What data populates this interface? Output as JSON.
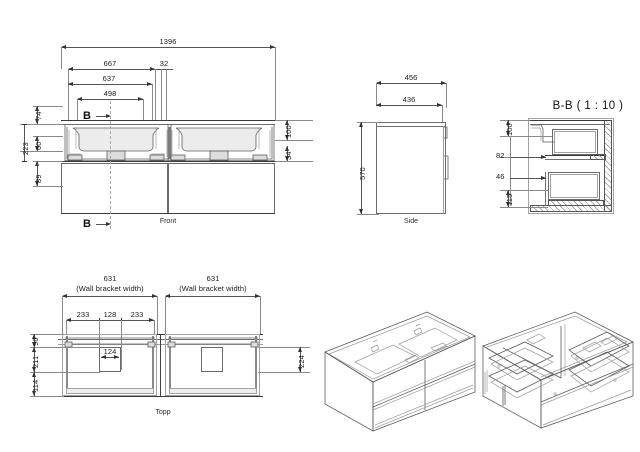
{
  "drawing": {
    "type": "cad-technical-drawing",
    "subject": "double vanity wash basin cabinet",
    "background_color": "#ffffff",
    "line_color": "#5d5d5d"
  },
  "views": {
    "front": {
      "label": "Front",
      "section_marks": [
        "B",
        "B"
      ],
      "dimensions": {
        "overall_width": "1396",
        "width_667": "667",
        "gap_32": "32",
        "width_637": "637",
        "width_498": "498",
        "left_74": "74",
        "left_223": "223",
        "left_60": "60",
        "left_89": "89",
        "right_100": "100",
        "right_34": "34"
      }
    },
    "side": {
      "label": "Side",
      "dimensions": {
        "depth_456": "456",
        "depth_436": "436",
        "height_570": "570"
      }
    },
    "section_bb": {
      "title": "B-B ( 1 : 10 )",
      "dimensions": {
        "d_100": "100",
        "d_82": "82",
        "d_46": "46",
        "d_115": "115"
      }
    },
    "topp": {
      "label": "Topp",
      "dimensions": {
        "bracket_left": "631",
        "bracket_left_note": "(Wall bracket width)",
        "bracket_right": "631",
        "bracket_right_note": "(Wall bracket width)",
        "d_233_left": "233",
        "d_128": "128",
        "d_233_right": "233",
        "d_96": "96",
        "d_211": "211",
        "d_114": "114",
        "d_124": "124",
        "d_224": "224"
      }
    },
    "iso_closed": {
      "label": "",
      "name": "isometric-cabinet-closed"
    },
    "iso_open": {
      "label": "",
      "name": "isometric-cabinet-frame"
    }
  }
}
